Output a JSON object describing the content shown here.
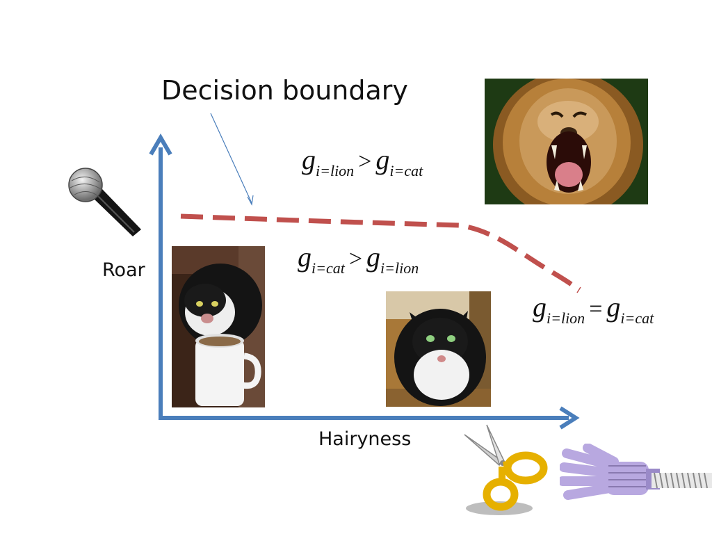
{
  "title": "Decision boundary",
  "axes": {
    "y_label": "Roar",
    "x_label": "Hairyness"
  },
  "formulas": {
    "lion_region": {
      "left": "g",
      "left_sub": "i=lion",
      "op": ">",
      "right": "g",
      "right_sub": "i=cat"
    },
    "cat_region": {
      "left": "g",
      "left_sub": "i=cat",
      "op": ">",
      "right": "g",
      "right_sub": "i=lion"
    },
    "boundary": {
      "left": "g",
      "left_sub": "i=lion",
      "op": "=",
      "right": "g",
      "right_sub": "i=cat"
    }
  },
  "images": {
    "lion": "roaring-lion-photo",
    "cat_mug": "cat-with-mug-photo",
    "fluffy_cat": "fluffy-cat-photo",
    "microphone": "microphone-icon",
    "scissors": "scissors-icon",
    "hand": "gloved-hand-icon"
  },
  "colors": {
    "axis": "#4a7ebb",
    "boundary": "#c0504d",
    "pointer": "#4a7ebb"
  }
}
